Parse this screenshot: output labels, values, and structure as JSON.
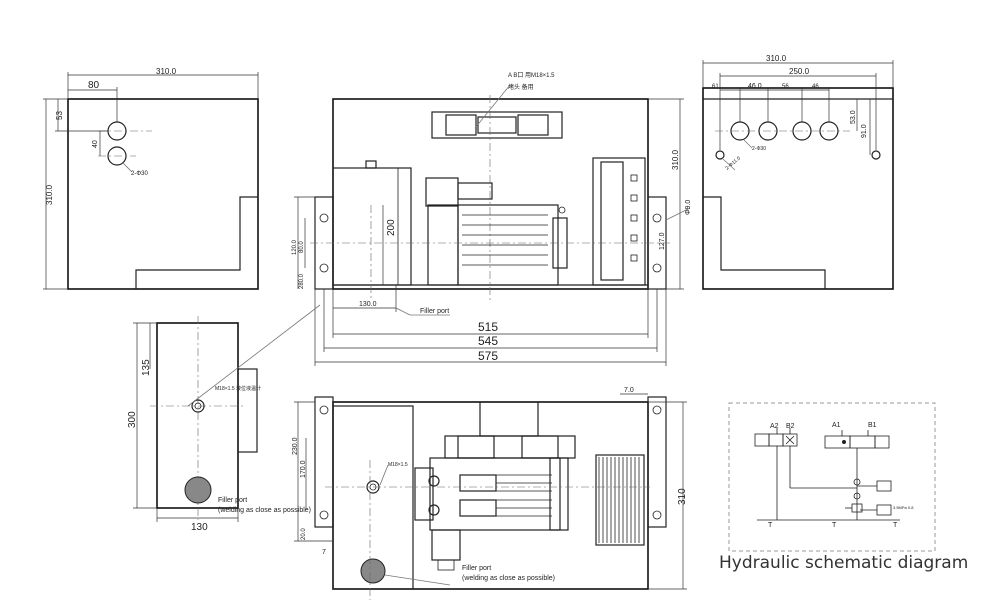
{
  "left_view": {
    "dim_width": "310.0",
    "dim_hole_x": "80",
    "dim_top": "53",
    "dim_spacing": "40",
    "dim_height": "310.0",
    "hole_note": "2-Φ30"
  },
  "front_view": {
    "top_note_line1": "A B口 用M18×1.5",
    "top_note_line2": "堵头 备用",
    "dim_height_right": "310.0",
    "dim_foot_right": "Φ9.0",
    "dim_foot_right2": "127.0",
    "dim_tank": "200",
    "dim_foot_left1": "120.0",
    "dim_foot_left2": "80.0",
    "dim_foot_left3": "280.0",
    "dim_filler": "130.0",
    "filler_label": "Filler port",
    "dim_515": "515",
    "dim_545": "545",
    "dim_575": "575"
  },
  "right_view": {
    "dim_310": "310.0",
    "dim_250": "250.0",
    "dim_a": "61",
    "dim_b": "46.0",
    "dim_c": "56",
    "dim_d": "46",
    "dim_53": "53.0",
    "dim_91": "91.0",
    "hole_note1": "2-Φ30",
    "hole_note2": "2-Φ11.0"
  },
  "side_view": {
    "dim_135": "135",
    "dim_300": "300",
    "dim_130": "130",
    "port_note": "M18×1.5 液位液温计",
    "filler_label": "Filler port",
    "filler_note": "(welding as close as possible)"
  },
  "top_view": {
    "dim_70": "7.0",
    "dim_230": "230.0",
    "dim_170": "170.0",
    "dim_20": "20.0",
    "dim_7": "7",
    "dim_310": "310",
    "port_note": "M18×1.5",
    "filler_label": "Filler port",
    "filler_note": "(welding as close as possible)"
  },
  "schematic": {
    "label_a2": "A2",
    "label_b2": "B2",
    "label_a1": "A1",
    "label_b1": "B1",
    "label_t1": "T",
    "label_t2": "T",
    "label_t3": "T",
    "valve_note": "3.5MPa 0.8",
    "title": "Hydraulic schematic diagram"
  }
}
